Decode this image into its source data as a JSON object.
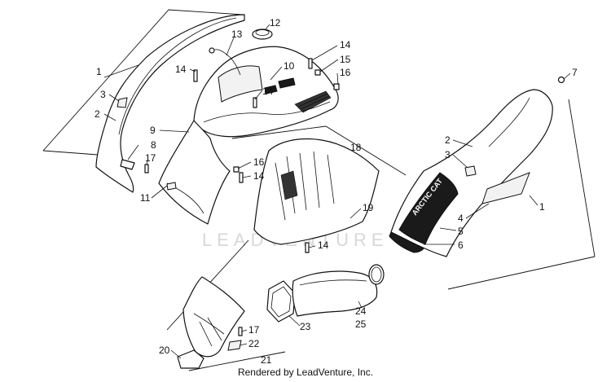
{
  "watermark": "LEADVENTURE",
  "footer": "Rendered by LeadVenture, Inc.",
  "hood_brand": "ARCTIC CAT",
  "callouts": {
    "c1_left": "1",
    "c3_left": "3",
    "c2_left": "2",
    "c8": "8",
    "c17_left": "17",
    "c11": "11",
    "c9": "9",
    "c14_a": "14",
    "c13": "13",
    "c12": "12",
    "c10": "10",
    "c14_b": "14",
    "c14_c": "14",
    "c15": "15",
    "c16_a": "16",
    "c16_b": "16",
    "c14_d": "14",
    "c18": "18",
    "c19": "19",
    "c14_e": "14",
    "c7": "7",
    "c2_right": "2",
    "c3_right": "3",
    "c4": "4",
    "c5": "5",
    "c6": "6",
    "c1_right": "1",
    "c23": "23",
    "c24": "24",
    "c25": "25",
    "c17_bottom": "17",
    "c22": "22",
    "c20": "20",
    "c21": "21"
  }
}
